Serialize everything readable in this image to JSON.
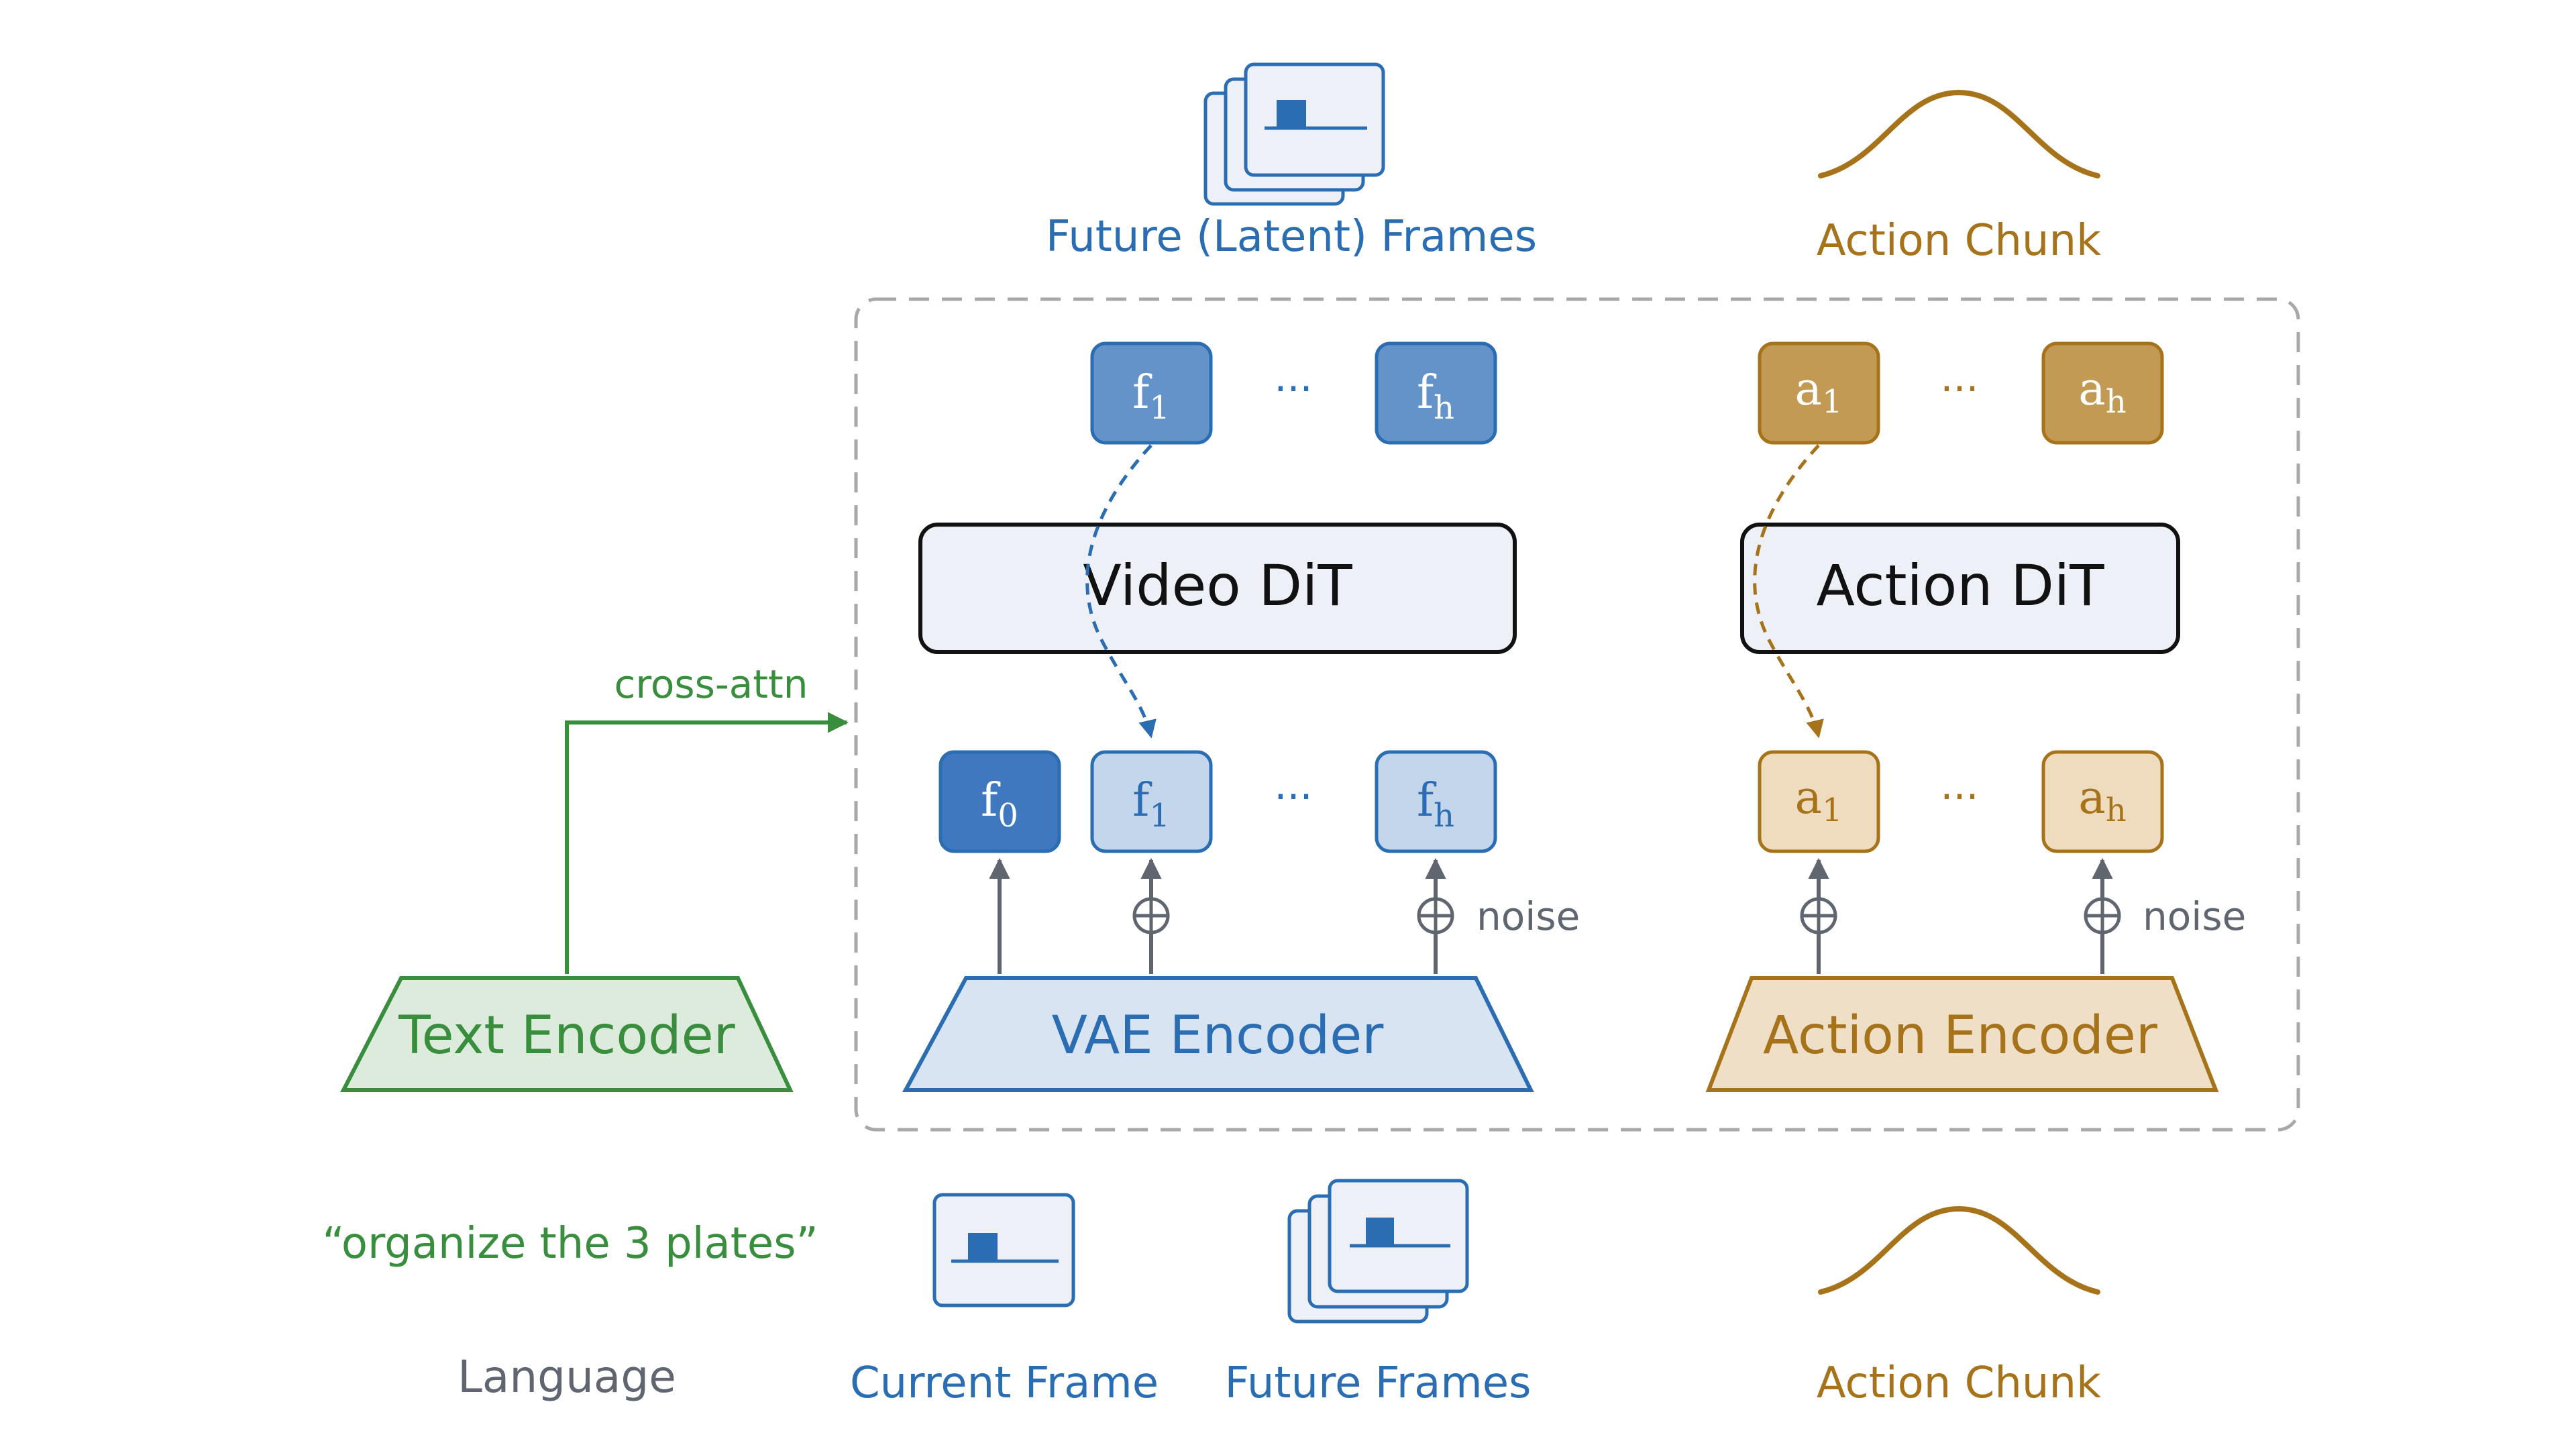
{
  "colors": {
    "blue": "#2a6db2",
    "blue_dark_fill": "#3f78be",
    "blue_mid_fill": "#6393c8",
    "blue_light_fill": "#c3d6ec",
    "blue_panel_fill": "#d8e4f1",
    "panel_fill": "#edf1f7",
    "gold": "#a7731a",
    "gold_fill": "#c29a53",
    "gold_light_fill": "#efdcbf",
    "gold_panel_fill": "#eedfc6",
    "green": "#388e3c",
    "green_fill": "#dcebdb",
    "gray": "#5f6670",
    "dash_gray": "#a8a8a8",
    "black": "#111111"
  },
  "top": {
    "future_latent_frames_label": "Future (Latent) Frames",
    "action_chunk_label": "Action Chunk"
  },
  "video_branch": {
    "output_tokens": [
      {
        "base": "f",
        "sub": "1"
      },
      {
        "base": "f",
        "sub": "h"
      }
    ],
    "output_ellipsis": "···",
    "dit_label": "Video DiT",
    "input_tokens": [
      {
        "base": "f",
        "sub": "0"
      },
      {
        "base": "f",
        "sub": "1"
      },
      {
        "base": "f",
        "sub": "h"
      }
    ],
    "input_ellipsis": "···",
    "noise_label": "noise",
    "encoder_label": "VAE Encoder"
  },
  "action_branch": {
    "output_tokens": [
      {
        "base": "a",
        "sub": "1"
      },
      {
        "base": "a",
        "sub": "h"
      }
    ],
    "output_ellipsis": "···",
    "dit_label": "Action DiT",
    "input_tokens": [
      {
        "base": "a",
        "sub": "1"
      },
      {
        "base": "a",
        "sub": "h"
      }
    ],
    "input_ellipsis": "···",
    "noise_label": "noise",
    "encoder_label": "Action Encoder"
  },
  "text_branch": {
    "encoder_label": "Text Encoder",
    "cross_attn_label": "cross-attn"
  },
  "bottom": {
    "prompt_text": "“organize the 3 plates”",
    "language_label": "Language",
    "current_frame_label": "Current Frame",
    "future_frames_label": "Future Frames",
    "action_chunk_label": "Action Chunk"
  }
}
